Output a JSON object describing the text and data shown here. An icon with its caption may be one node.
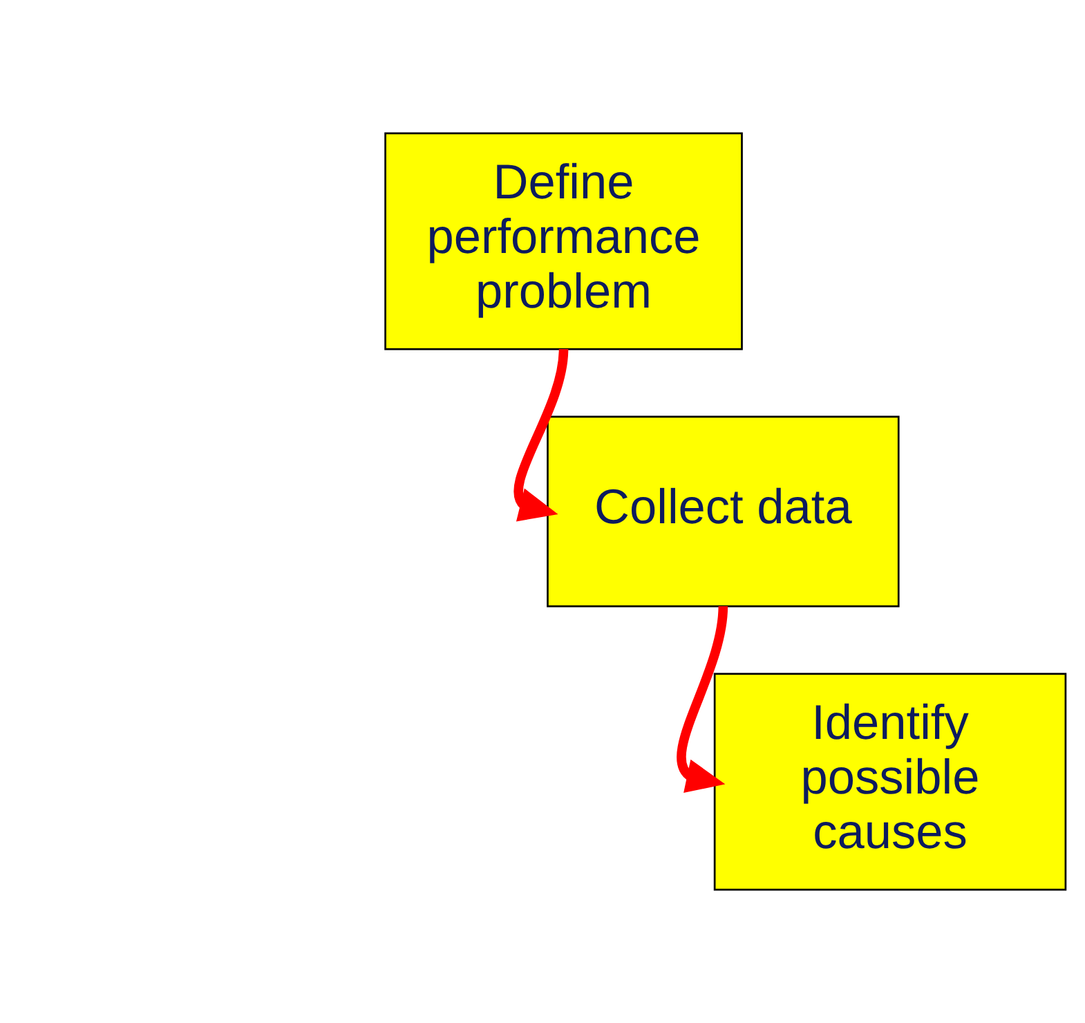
{
  "diagram": {
    "nodes": [
      {
        "text": [
          "Define performance problem"
        ]
      },
      {
        "text": [
          "Collect data"
        ]
      },
      {
        "text": [
          "Identify possible causes"
        ]
      }
    ],
    "edges": [
      {
        "from": 0,
        "to": 1,
        "arrow": "to"
      },
      {
        "from": 1,
        "to": 2,
        "arrow": "to"
      }
    ]
  }
}
